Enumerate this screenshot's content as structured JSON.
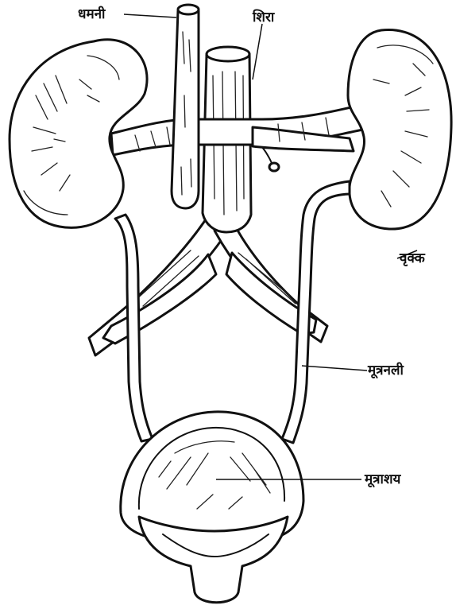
{
  "labels": {
    "artery": "धमनी",
    "vein": "शिरा",
    "kidney": "वृक्क",
    "ureter": "मूत्रनली",
    "bladder": "मूत्राशय"
  }
}
